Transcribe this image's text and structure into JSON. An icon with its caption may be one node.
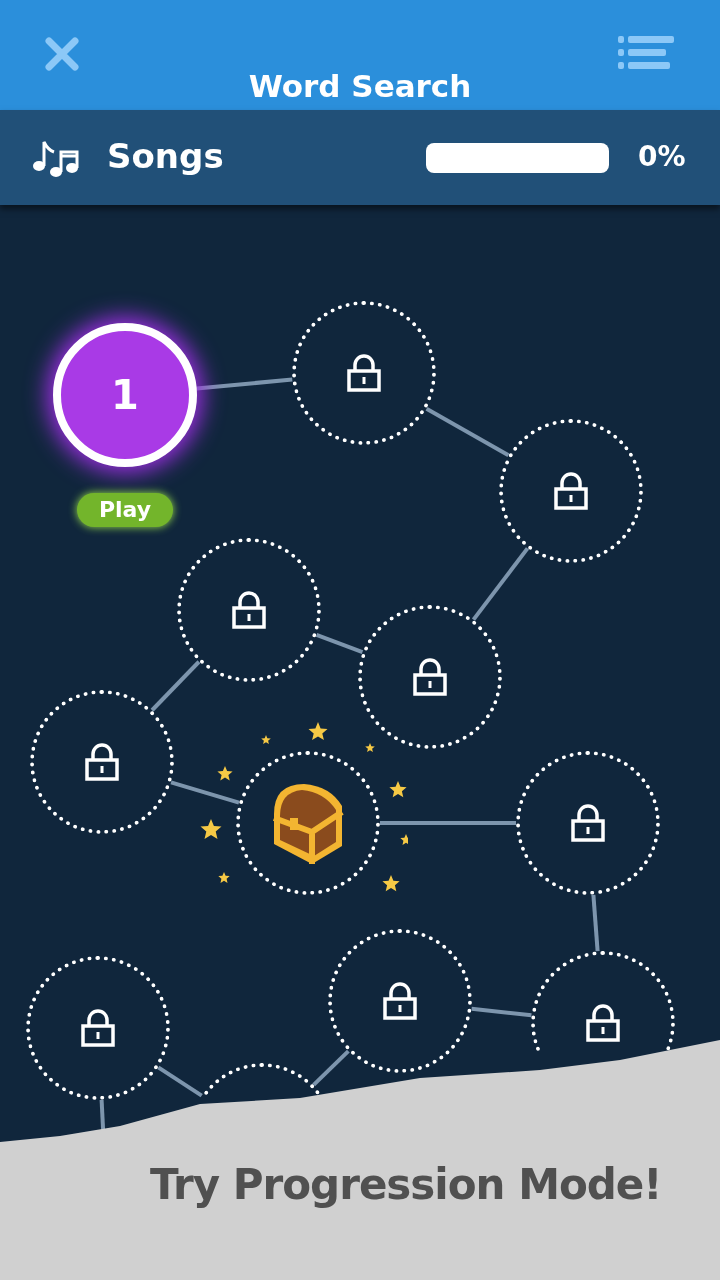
{
  "diagram": {
    "title": "Word Search",
    "nodes": [
      {
        "text": [
          "1"
        ],
        "beside": [
          "Play"
        ]
      },
      {
        "text": [],
        "shape": "circle"
      },
      {
        "text": [],
        "shape": "circle"
      },
      {
        "text": [],
        "shape": "circle"
      },
      {
        "text": [],
        "shape": "circle"
      },
      {
        "text": [],
        "shape": "circle"
      },
      {
        "text": [],
        "shape": "picture"
      },
      {
        "text": [],
        "shape": "circle"
      },
      {
        "text": [],
        "shape": "circle"
      },
      {
        "text": [],
        "shape": "circle"
      },
      {
        "text": [],
        "shape": "circle"
      },
      {
        "text": [],
        "shape": "circle"
      }
    ],
    "edges": [
      {
        "from": 0,
        "to": 1,
        "arrow": "none"
      },
      {
        "from": 1,
        "to": 2,
        "arrow": "none"
      },
      {
        "from": 2,
        "to": 4,
        "arrow": "none"
      },
      {
        "from": 4,
        "to": 3,
        "arrow": "none"
      },
      {
        "from": 3,
        "to": 5,
        "arrow": "none"
      },
      {
        "from": 5,
        "to": 6,
        "arrow": "none"
      },
      {
        "from": 6,
        "to": 7,
        "arrow": "none"
      },
      {
        "from": 7,
        "to": 10,
        "arrow": "none"
      },
      {
        "from": 10,
        "to": 9,
        "arrow": "none"
      },
      {
        "from": 9,
        "to": 11,
        "arrow": "none"
      },
      {
        "from": 11,
        "to": 8,
        "arrow": "none"
      },
      {
        "from": 8,
        "to": null,
        "arrow": "none"
      }
    ],
    "labels": [
      "Songs",
      "0%",
      "Try Progression Mode!"
    ]
  }
}
